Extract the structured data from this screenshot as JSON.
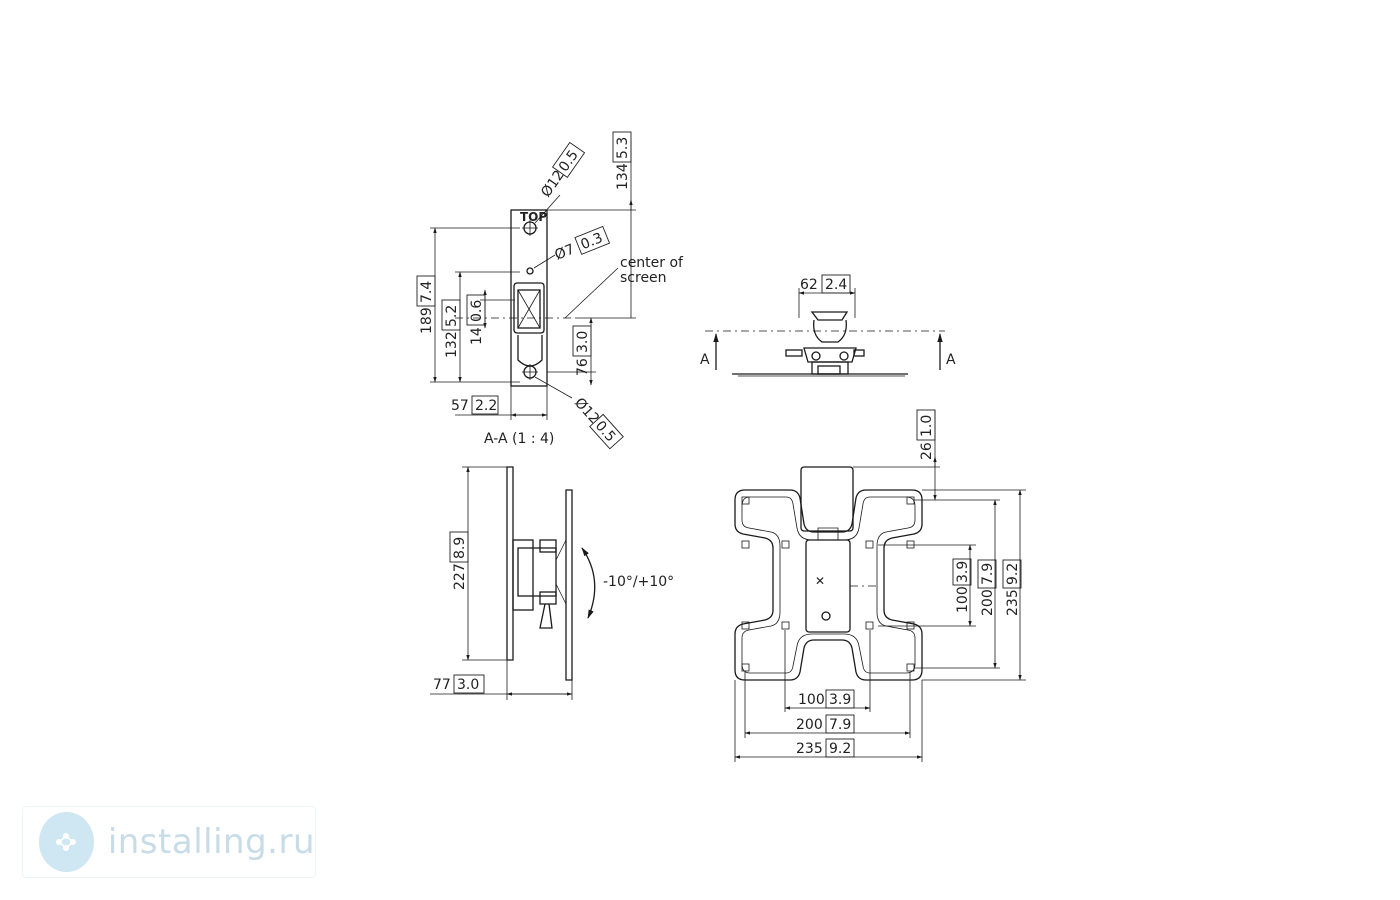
{
  "dimensions": {
    "hole_top": {
      "mm": "Ø12",
      "in": "0.5"
    },
    "hole_mid": {
      "mm": "Ø7",
      "in": "0.3"
    },
    "hole_bottom": {
      "mm": "Ø12",
      "in": "0.5"
    },
    "top_to_center": {
      "mm": "134",
      "in": "5.3"
    },
    "height_189": {
      "mm": "189",
      "in": "7.4"
    },
    "height_132": {
      "mm": "132",
      "in": "5.2"
    },
    "height_14": {
      "mm": "14",
      "in": "0.6"
    },
    "height_76": {
      "mm": "76",
      "in": "3.0"
    },
    "width_57": {
      "mm": "57",
      "in": "2.2"
    },
    "width_62": {
      "mm": "62",
      "in": "2.4"
    },
    "side_227": {
      "mm": "227",
      "in": "8.9"
    },
    "depth_77": {
      "mm": "77",
      "in": "3.0"
    },
    "offset_26": {
      "mm": "26",
      "in": "1.0"
    },
    "v100": {
      "mm": "100",
      "in": "3.9"
    },
    "v200": {
      "mm": "200",
      "in": "7.9"
    },
    "v235": {
      "mm": "235",
      "in": "9.2"
    },
    "h100": {
      "mm": "100",
      "in": "3.9"
    },
    "h200": {
      "mm": "200",
      "in": "7.9"
    },
    "h235": {
      "mm": "235",
      "in": "9.2"
    }
  },
  "labels": {
    "center_line1": "center of",
    "center_line2": "screen",
    "section_title": "A-A (1 : 4)",
    "tilt": "-10°/+10°",
    "section_mark": "A",
    "top_mark": "TOP"
  },
  "watermark": {
    "text": "installing.ru",
    "icon": "tree-logo-icon"
  }
}
